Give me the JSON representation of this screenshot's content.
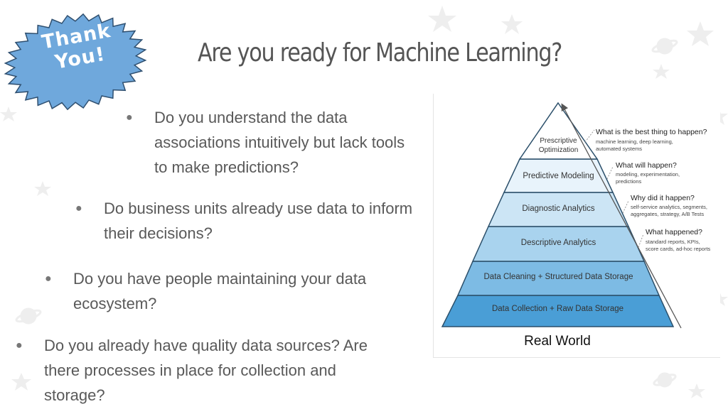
{
  "badge": {
    "line1": "Thank",
    "line2": "You!"
  },
  "slide": {
    "title": "Are you ready for Machine Learning?"
  },
  "bullets": [
    {
      "text": "Do you understand the data associations intuitively but lack tools to make predictions?"
    },
    {
      "text": "Do business units already use data to inform their decisions?"
    },
    {
      "text": "Do you have people maintaining your data ecosystem?"
    },
    {
      "text": "Do you already have quality data sources? Are there processes in place for collection and storage?"
    }
  ],
  "bullet_symbol": "●",
  "pyramid": {
    "levels": [
      {
        "label_l1": "Prescriptive",
        "label_l2": "Optimization"
      },
      {
        "label": "Predictive Modeling"
      },
      {
        "label": "Diagnostic Analytics"
      },
      {
        "label": "Descriptive Analytics"
      },
      {
        "label": "Data Cleaning + Structured Data Storage"
      },
      {
        "label": "Data Collection + Raw Data Storage"
      }
    ],
    "questions": [
      {
        "q": "What is the best thing to happen?",
        "d1": "machine learning, deep learning,",
        "d2": "automated systems"
      },
      {
        "q": "What will happen?",
        "d1": "modeling, experimentation,",
        "d2": "predictions"
      },
      {
        "q": "Why did it happen?",
        "d1": "self-service analytics, segments,",
        "d2": "aggregates, strategy, A/B Tests"
      },
      {
        "q": "What happened?",
        "d1": "standard reports, KPIs,",
        "d2": "score cards, ad-hoc reports"
      }
    ],
    "base_label": "Real World"
  },
  "colors": {
    "badge": "#6fa8dc",
    "title": "#555555",
    "text": "#595959"
  }
}
